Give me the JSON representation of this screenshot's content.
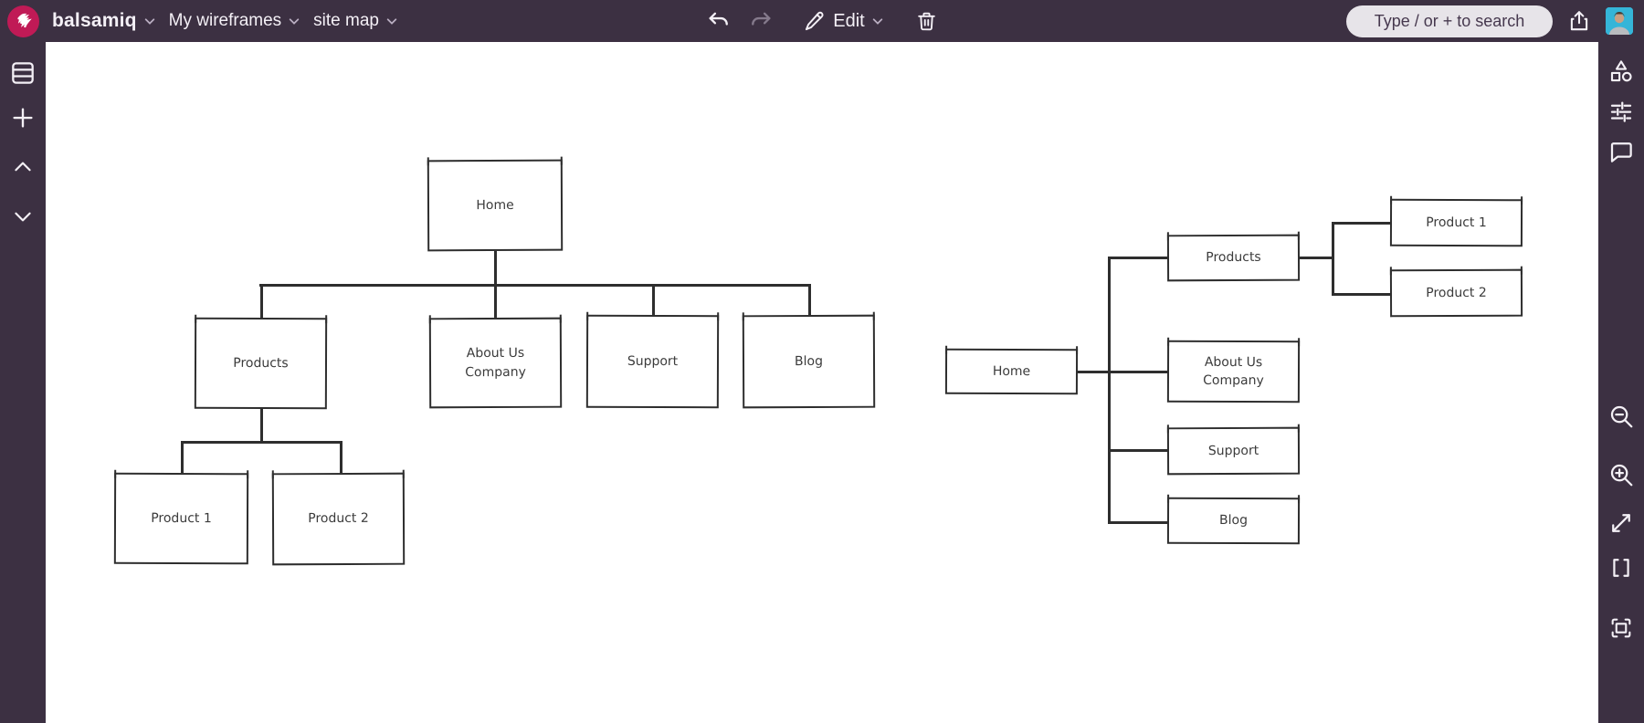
{
  "topbar": {
    "app_name": "balsamiq",
    "project_menu_label": "My wireframes",
    "page_menu_label": "site map",
    "edit_label": "Edit",
    "search_placeholder": "Type / or + to search",
    "icons": [
      "balsamiq-logo",
      "chevron-down",
      "undo",
      "redo",
      "pencil",
      "chevron-down",
      "trash",
      "share",
      "avatar"
    ],
    "colors": {
      "bar_bg": "#3c3042",
      "logo": "#c01a56",
      "search_bg": "#e7e4e9",
      "search_text": "#46384e",
      "icon": "#f4f0f6",
      "icon_disabled": "#857a8c"
    }
  },
  "left_sidebar": {
    "icons": [
      "pages-list-icon",
      "add-icon",
      "chevron-up-icon",
      "chevron-down-icon"
    ]
  },
  "right_sidebar": {
    "icons": [
      "ui-library-shapes-icon",
      "properties-sliders-icon",
      "comment-icon",
      "zoom-out-icon",
      "zoom-in-icon",
      "expand-icon",
      "brackets-icon",
      "fit-screen-icon"
    ]
  },
  "canvas": {
    "sketch_stroke_color": "#2e2e2e",
    "diagram_left": {
      "type": "sitemap-tree-vertical",
      "nodes": [
        {
          "label": "Home"
        },
        {
          "label": "Products"
        },
        {
          "label": "About Us\nCompany"
        },
        {
          "label": "Support"
        },
        {
          "label": "Blog"
        },
        {
          "label": "Product 1"
        },
        {
          "label": "Product 2"
        }
      ],
      "edges": [
        [
          "Home",
          "Products"
        ],
        [
          "Home",
          "About Us Company"
        ],
        [
          "Home",
          "Support"
        ],
        [
          "Home",
          "Blog"
        ],
        [
          "Products",
          "Product 1"
        ],
        [
          "Products",
          "Product 2"
        ]
      ]
    },
    "diagram_right": {
      "type": "sitemap-tree-horizontal",
      "nodes": [
        {
          "label": "Home"
        },
        {
          "label": "Products"
        },
        {
          "label": "Product 1"
        },
        {
          "label": "Product 2"
        },
        {
          "label": "About Us\nCompany"
        },
        {
          "label": "Support"
        },
        {
          "label": "Blog"
        }
      ],
      "edges": [
        [
          "Home",
          "Products"
        ],
        [
          "Home",
          "About Us Company"
        ],
        [
          "Home",
          "Support"
        ],
        [
          "Home",
          "Blog"
        ],
        [
          "Products",
          "Product 1"
        ],
        [
          "Products",
          "Product 2"
        ]
      ]
    }
  }
}
